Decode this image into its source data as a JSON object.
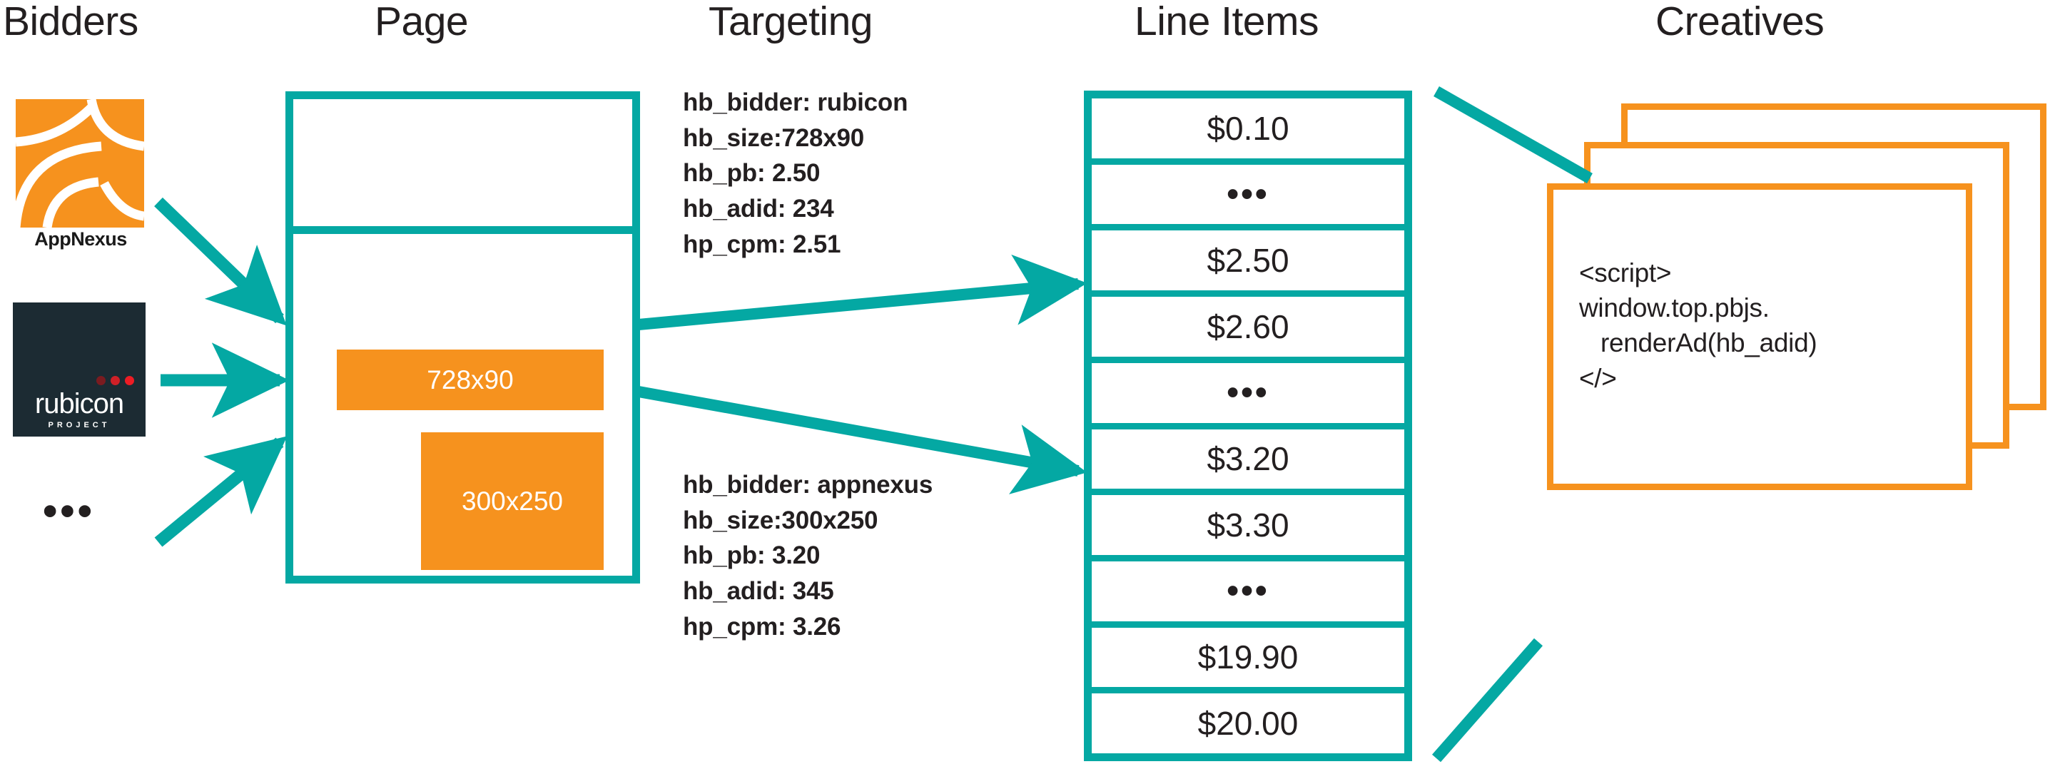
{
  "colors": {
    "teal": "#04a8a3",
    "orange": "#f6921e",
    "ink": "#231f20",
    "rubicon_navy": "#1c2b33",
    "dot_dark": "#7a1b20",
    "dot_mid": "#cf2027",
    "dot_bright": "#ed1c24"
  },
  "headings": {
    "bidders": "Bidders",
    "page": "Page",
    "targeting": "Targeting",
    "line_items": "Line Items",
    "creatives": "Creatives"
  },
  "bidders": {
    "appnexus_label": "AppNexus",
    "rubicon_word": "rubicon",
    "rubicon_sub": "PROJECT",
    "more_ellipsis": "•••"
  },
  "page": {
    "slots": [
      {
        "label": "728x90"
      },
      {
        "label": "300x250"
      }
    ]
  },
  "targeting": {
    "blocks": [
      {
        "lines": [
          "hb_bidder: rubicon",
          "hb_size:728x90",
          "hb_pb: 2.50",
          "hb_adid: 234",
          "hp_cpm: 2.51"
        ]
      },
      {
        "lines": [
          "hb_bidder: appnexus",
          "hb_size:300x250",
          "hb_pb: 3.20",
          "hb_adid: 345",
          "hp_cpm: 3.26"
        ]
      }
    ]
  },
  "line_items": {
    "rows": [
      {
        "label": "$0.10",
        "kind": "price"
      },
      {
        "label": "•••",
        "kind": "ellipsis"
      },
      {
        "label": "$2.50",
        "kind": "price"
      },
      {
        "label": "$2.60",
        "kind": "price"
      },
      {
        "label": "•••",
        "kind": "ellipsis"
      },
      {
        "label": "$3.20",
        "kind": "price"
      },
      {
        "label": "$3.30",
        "kind": "price"
      },
      {
        "label": "•••",
        "kind": "ellipsis"
      },
      {
        "label": "$19.90",
        "kind": "price"
      },
      {
        "label": "$20.00",
        "kind": "price"
      }
    ]
  },
  "creatives": {
    "code": "<script>\nwindow.top.pbjs.\n   renderAd(hb_adid)\n</>"
  },
  "chart_data": {
    "type": "diagram",
    "title": "Prebid header bidding flow",
    "stages": [
      "Bidders",
      "Page",
      "Targeting",
      "Line Items",
      "Creatives"
    ],
    "flows": [
      {
        "from": "AppNexus",
        "to": "Page"
      },
      {
        "from": "rubicon",
        "to": "Page"
      },
      {
        "from": "other bidders",
        "to": "Page"
      },
      {
        "from": "728x90 slot",
        "to": "$2.50 line item"
      },
      {
        "from": "300x250 slot",
        "to": "$3.20 line item"
      },
      {
        "from": "Line Items",
        "to": "Creatives"
      }
    ]
  }
}
